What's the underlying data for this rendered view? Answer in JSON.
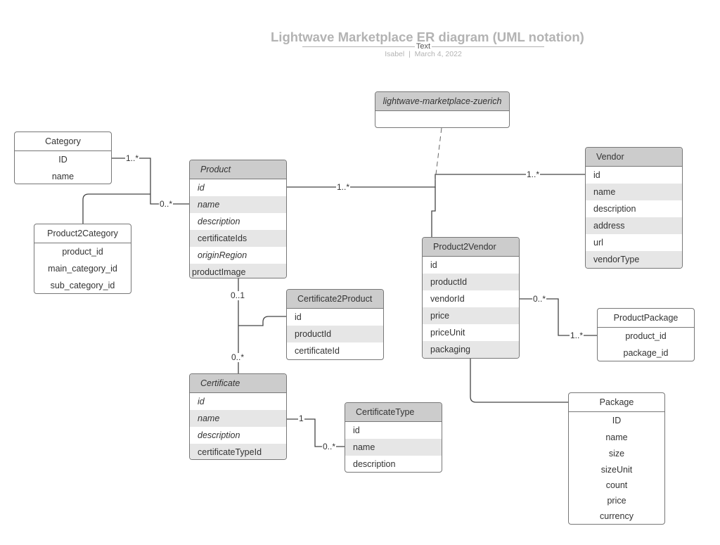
{
  "title": "Lightwave Marketplace ER diagram (UML notation)",
  "title_caption": "Text",
  "author": "Isabel",
  "date": "March 4, 2022",
  "meta_separator": "|",
  "entities": {
    "zuerich": {
      "header": "lightwave-marketplace-zuerich"
    },
    "category": {
      "header": "Category",
      "fields": [
        "ID",
        "name"
      ]
    },
    "product2category": {
      "header": "Product2Category",
      "fields": [
        "product_id",
        "main_category_id",
        "sub_category_id"
      ]
    },
    "product": {
      "header": "Product",
      "fields": [
        "id",
        "name",
        "description",
        "certificateIds",
        "originRegion",
        "productImage"
      ]
    },
    "vendor": {
      "header": "Vendor",
      "fields": [
        "id",
        "name",
        "description",
        "address",
        "url",
        "vendorType"
      ]
    },
    "product2vendor": {
      "header": "Product2Vendor",
      "fields": [
        "id",
        "productId",
        "vendorId",
        "price",
        "priceUnit",
        "packaging"
      ]
    },
    "certificate2product": {
      "header": "Certificate2Product",
      "fields": [
        "id",
        "productId",
        "certificateId"
      ]
    },
    "productpackage": {
      "header": "ProductPackage",
      "fields": [
        "product_id",
        "package_id"
      ]
    },
    "certificate": {
      "header": "Certificate",
      "fields": [
        "id",
        "name",
        "description",
        "certificateTypeId"
      ]
    },
    "certificatetype": {
      "header": "CertificateType",
      "fields": [
        "id",
        "name",
        "description"
      ]
    },
    "package": {
      "header": "Package",
      "fields": [
        "ID",
        "name",
        "size",
        "sizeUnit",
        "count",
        "price",
        "currency"
      ]
    }
  },
  "cardinalities": {
    "category_product": "1..*",
    "product_category": "0..*",
    "product_vendor": "1..*",
    "vendor_product": "1..*",
    "product_certificate": "0..1",
    "certificate_product": "0..*",
    "p2v_package": "0..*",
    "package_p2v": "1..*",
    "cert_type": "1",
    "type_cert": "0..*"
  }
}
